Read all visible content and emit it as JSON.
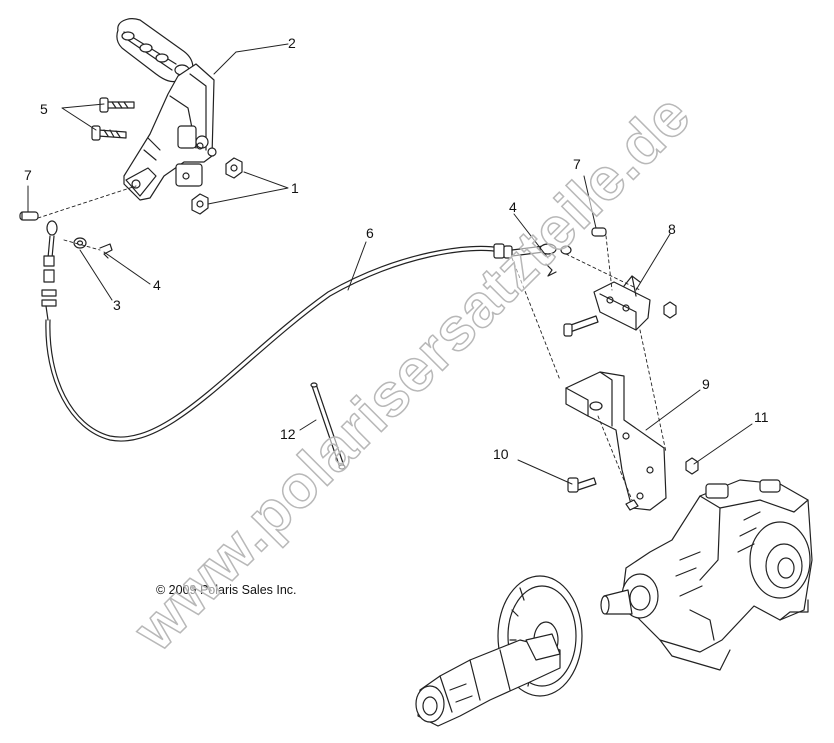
{
  "callouts": {
    "c1": "1",
    "c2": "2",
    "c3": "3",
    "c4a": "4",
    "c4b": "4",
    "c5": "5",
    "c6": "6",
    "c7a": "7",
    "c7b": "7",
    "c8": "8",
    "c9": "9",
    "c10": "10",
    "c11": "11",
    "c12": "12"
  },
  "copyright": "© 2009 Polaris Sales Inc.",
  "watermark": "www.polarisersatzteile.de",
  "colors": {
    "line": "#222222",
    "watermark_stroke": "#b8b8b8",
    "background": "#ffffff"
  }
}
